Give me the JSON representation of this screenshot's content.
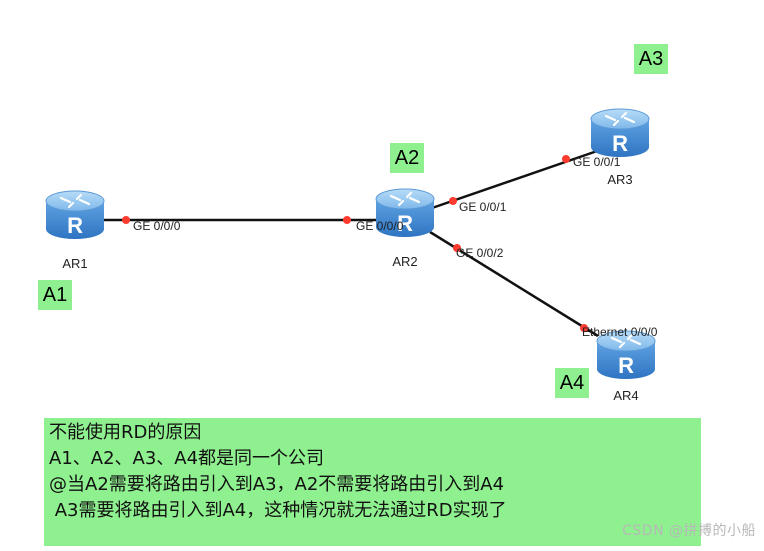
{
  "diagram": {
    "routers": [
      {
        "id": "ar1",
        "label": "AR1"
      },
      {
        "id": "ar2",
        "label": "AR2"
      },
      {
        "id": "ar3",
        "label": "AR3"
      },
      {
        "id": "ar4",
        "label": "AR4"
      }
    ],
    "links": [
      {
        "from": "ar1",
        "to": "ar2",
        "from_port": "GE 0/0/0",
        "to_port": "GE 0/0/0"
      },
      {
        "from": "ar2",
        "to": "ar3",
        "from_port": "GE 0/0/1",
        "to_port": "GE 0/0/1"
      },
      {
        "from": "ar2",
        "to": "ar4",
        "from_port": "GE 0/0/2",
        "to_port": "Ethernet 0/0/0"
      }
    ],
    "site_labels": [
      "A1",
      "A2",
      "A3",
      "A4"
    ],
    "colors": {
      "router_body": "#4f93d6",
      "router_top": "#8cc3f0",
      "link": "#111111",
      "port_dot": "#ff3b30",
      "label_bg": "#8ff08f"
    }
  },
  "note": {
    "lines": [
      "不能使用RD的原因",
      "A1、A2、A3、A4都是同一个公司",
      "@当A2需要将路由引入到A3，A2不需要将路由引入到A4",
      " A3需要将路由引入到A4，这种情况就无法通过RD实现了"
    ]
  },
  "watermark": "CSDN @拼搏的小船"
}
